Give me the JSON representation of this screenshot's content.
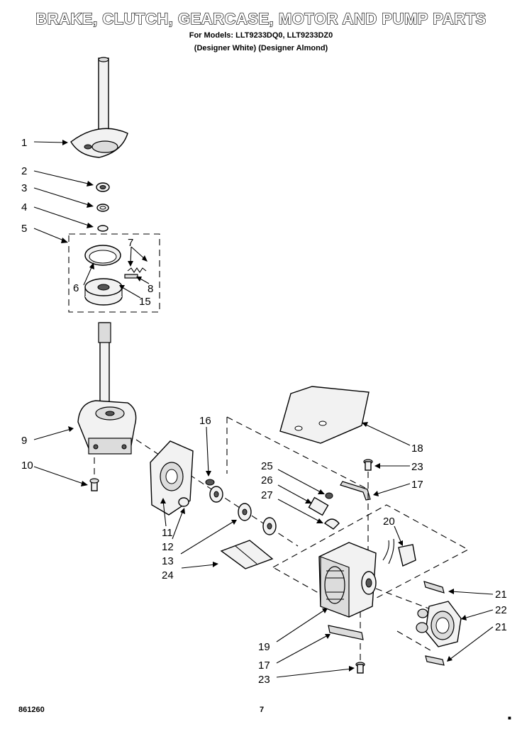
{
  "header": {
    "title": "BRAKE, CLUTCH, GEARCASE, MOTOR AND PUMP PARTS",
    "models_line": "For Models: LLT9233DQ0,  LLT9233DZ0",
    "colors_line": "(Designer White)  (Designer Almond)"
  },
  "footer": {
    "doc_number": "861260",
    "page_number": "7"
  },
  "callouts": {
    "c1": "1",
    "c2": "2",
    "c3": "3",
    "c4": "4",
    "c5": "5",
    "c6": "6",
    "c7": "7",
    "c8": "8",
    "c15": "15",
    "c9": "9",
    "c10": "10",
    "c16": "16",
    "c11": "11",
    "c12": "12",
    "c13": "13",
    "c24": "24",
    "c18": "18",
    "c23a": "23",
    "c17a": "17",
    "c25": "25",
    "c26": "26",
    "c27": "27",
    "c20": "20",
    "c21a": "21",
    "c22": "22",
    "c21b": "21",
    "c19": "19",
    "c17b": "17",
    "c23b": "23"
  }
}
